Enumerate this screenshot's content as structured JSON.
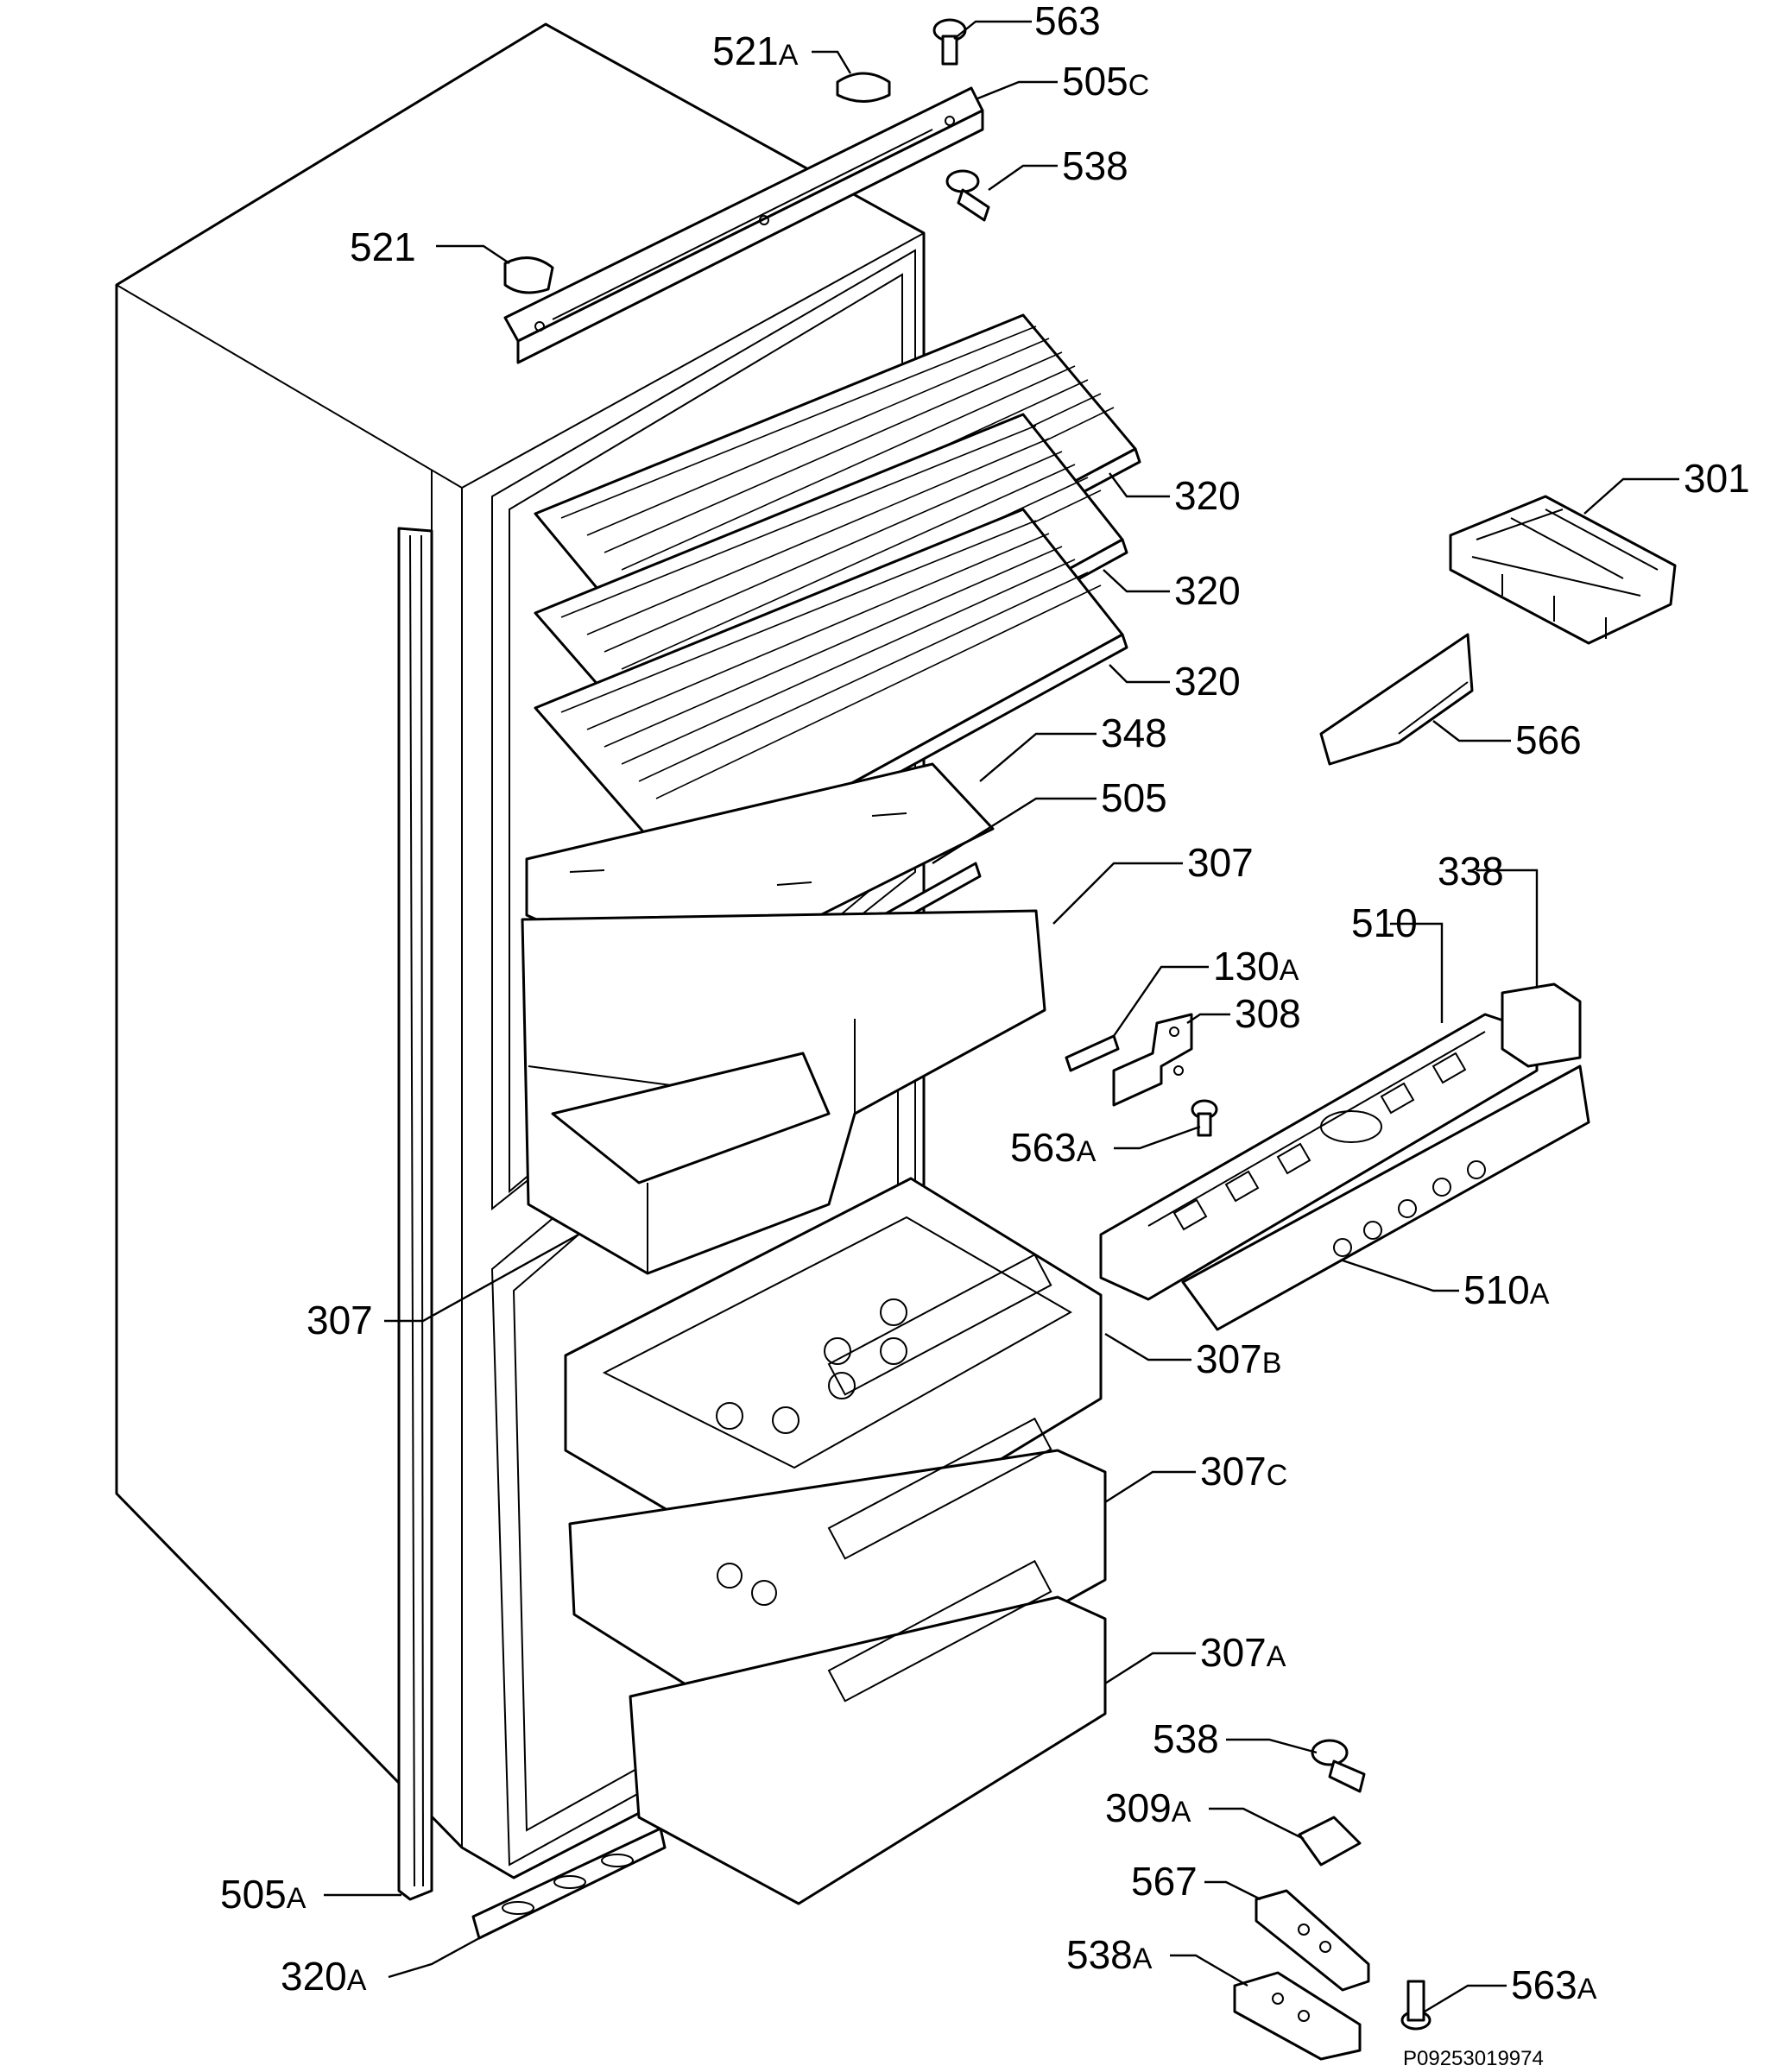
{
  "drawing_code": "P09253019974",
  "labels": [
    {
      "id": "563_top",
      "num": "563",
      "suffix": ""
    },
    {
      "id": "521a",
      "num": "521",
      "suffix": "A"
    },
    {
      "id": "505c",
      "num": "505",
      "suffix": "C"
    },
    {
      "id": "538_top",
      "num": "538",
      "suffix": ""
    },
    {
      "id": "521",
      "num": "521",
      "suffix": ""
    },
    {
      "id": "320_1",
      "num": "320",
      "suffix": ""
    },
    {
      "id": "320_2",
      "num": "320",
      "suffix": ""
    },
    {
      "id": "320_3",
      "num": "320",
      "suffix": ""
    },
    {
      "id": "301",
      "num": "301",
      "suffix": ""
    },
    {
      "id": "566",
      "num": "566",
      "suffix": ""
    },
    {
      "id": "348",
      "num": "348",
      "suffix": ""
    },
    {
      "id": "505",
      "num": "505",
      "suffix": ""
    },
    {
      "id": "307_top",
      "num": "307",
      "suffix": ""
    },
    {
      "id": "338",
      "num": "338",
      "suffix": ""
    },
    {
      "id": "510",
      "num": "510",
      "suffix": ""
    },
    {
      "id": "130a",
      "num": "130",
      "suffix": "A"
    },
    {
      "id": "308",
      "num": "308",
      "suffix": ""
    },
    {
      "id": "563a_mid",
      "num": "563",
      "suffix": "A"
    },
    {
      "id": "510a",
      "num": "510",
      "suffix": "A"
    },
    {
      "id": "307_left",
      "num": "307",
      "suffix": ""
    },
    {
      "id": "307b",
      "num": "307",
      "suffix": "B"
    },
    {
      "id": "307c",
      "num": "307",
      "suffix": "C"
    },
    {
      "id": "307a",
      "num": "307",
      "suffix": "A"
    },
    {
      "id": "538_bottom",
      "num": "538",
      "suffix": ""
    },
    {
      "id": "309a",
      "num": "309",
      "suffix": "A"
    },
    {
      "id": "567",
      "num": "567",
      "suffix": ""
    },
    {
      "id": "538a",
      "num": "538",
      "suffix": "A"
    },
    {
      "id": "563a_bottom",
      "num": "563",
      "suffix": "A"
    },
    {
      "id": "505a",
      "num": "505",
      "suffix": "A"
    },
    {
      "id": "320a",
      "num": "320",
      "suffix": "A"
    }
  ]
}
